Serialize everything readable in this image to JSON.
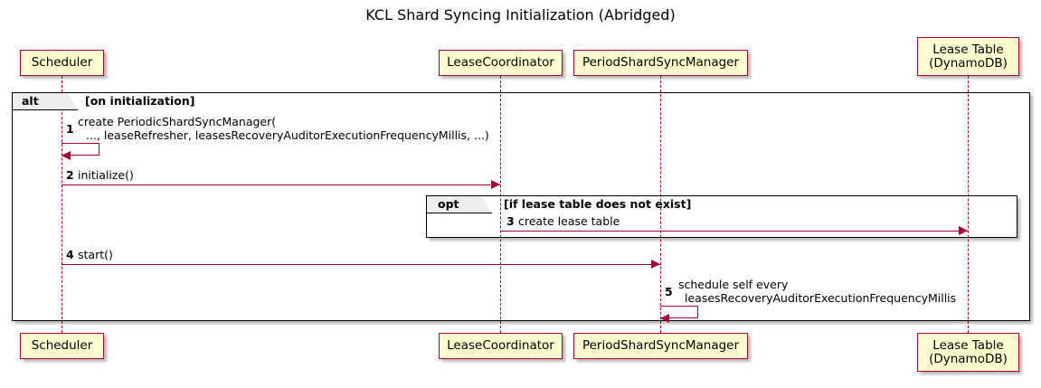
{
  "diagram": {
    "title": "KCL Shard Syncing Initialization (Abridged)",
    "type": "uml-sequence-diagram",
    "colors": {
      "participant_fill": "#FEFECE",
      "participant_border": "#A80036",
      "message_line": "#A80036",
      "lifeline": "#A80036",
      "fragment_border": "#000000",
      "fragment_tab_fill": "#EEEEEE",
      "background": "#FFFFFF"
    }
  },
  "participants": [
    {
      "id": "scheduler",
      "lines": [
        "Scheduler"
      ]
    },
    {
      "id": "leasecoord",
      "lines": [
        "LeaseCoordinator"
      ]
    },
    {
      "id": "psm",
      "lines": [
        "PeriodShardSyncManager"
      ]
    },
    {
      "id": "leasetable",
      "lines": [
        "Lease Table",
        "(DynamoDB)"
      ]
    }
  ],
  "fragments": [
    {
      "id": "alt-frag",
      "operator": "alt",
      "guard": "[on initialization]"
    },
    {
      "id": "opt-frag",
      "operator": "opt",
      "guard": "[if lease table does not exist]"
    }
  ],
  "messages": [
    {
      "number": "1",
      "kind": "self",
      "from": "scheduler",
      "to": "scheduler",
      "lines": [
        "create PeriodicShardSyncManager(",
        "..., leaseRefresher, leasesRecoveryAuditorExecutionFrequencyMillis, ...)"
      ]
    },
    {
      "number": "2",
      "kind": "call",
      "from": "scheduler",
      "to": "leasecoord",
      "lines": [
        "initialize()"
      ]
    },
    {
      "number": "3",
      "kind": "call",
      "from": "leasecoord",
      "to": "leasetable",
      "lines": [
        "create lease table"
      ]
    },
    {
      "number": "4",
      "kind": "call",
      "from": "scheduler",
      "to": "psm",
      "lines": [
        "start()"
      ]
    },
    {
      "number": "5",
      "kind": "self",
      "from": "psm",
      "to": "psm",
      "lines": [
        "schedule self every",
        "leasesRecoveryAuditorExecutionFrequencyMillis"
      ]
    }
  ]
}
